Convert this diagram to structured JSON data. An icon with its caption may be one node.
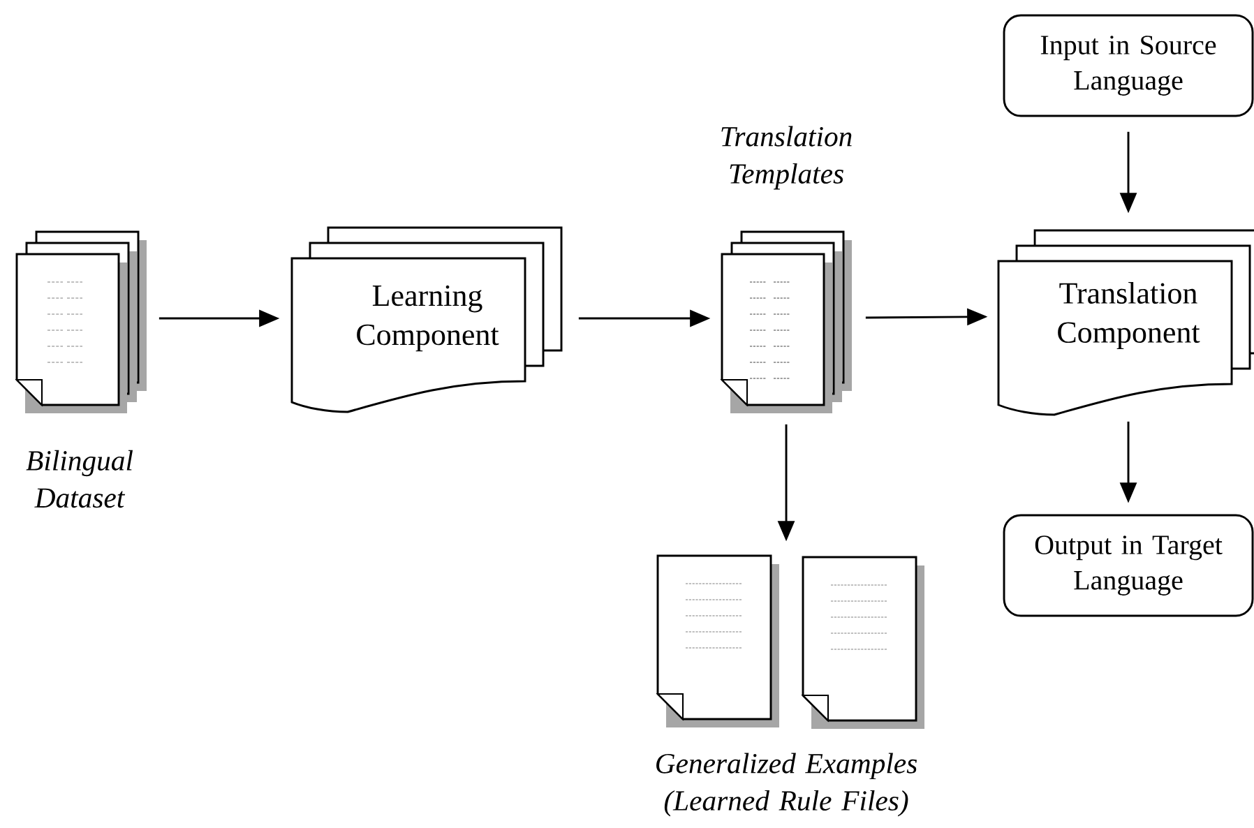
{
  "diagram": {
    "nodes": [
      {
        "text": [
          "Bilingual Dataset"
        ]
      },
      {
        "text": [
          "Learning Component"
        ]
      },
      {
        "text": [
          "Translation Templates"
        ]
      },
      {
        "text": [
          "Input in Source Language"
        ]
      },
      {
        "text": [
          "Translation Component"
        ]
      },
      {
        "text": [
          "Output in Target Language"
        ]
      },
      {
        "text": [
          "Generalized Examples (Learned Rule Files)"
        ]
      }
    ],
    "edges": [
      {
        "from": 0,
        "to": 1,
        "arrow": "to"
      },
      {
        "from": 1,
        "to": 2,
        "arrow": "to"
      },
      {
        "from": 2,
        "to": 4,
        "arrow": "to"
      },
      {
        "from": 3,
        "to": 4,
        "arrow": "to"
      },
      {
        "from": 4,
        "to": 5,
        "arrow": "to"
      },
      {
        "from": 2,
        "to": 6,
        "arrow": "to"
      }
    ]
  }
}
